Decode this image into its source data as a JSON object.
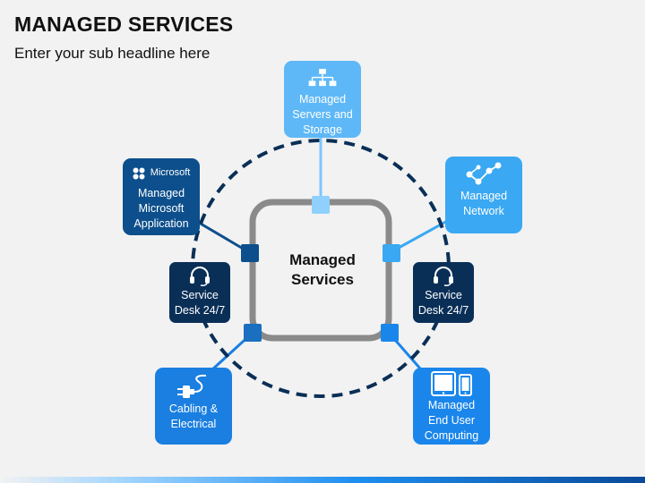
{
  "header": {
    "title": "MANAGED SERVICES",
    "subtitle": "Enter your sub headline here"
  },
  "center": {
    "label": "Managed\nServices"
  },
  "nodes": [
    {
      "id": "servers",
      "label": "Managed\nServers and\nStorage",
      "icon": "hierarchy-icon",
      "color": "#5eb8f7"
    },
    {
      "id": "network",
      "label": "Managed\nNetwork",
      "icon": "network-graph-icon",
      "color": "#3aa8f2"
    },
    {
      "id": "microsoft",
      "brand": "Microsoft",
      "label": "Managed\nMicrosoft\nApplication",
      "icon": "microsoft-logo-icon",
      "color": "#0d4f8c"
    },
    {
      "id": "service-desk-left",
      "label": "Service\nDesk 24/7",
      "icon": "headset-icon",
      "color": "#0a2f57"
    },
    {
      "id": "service-desk-right",
      "label": "Service\nDesk 24/7",
      "icon": "headset-icon",
      "color": "#0a2f57"
    },
    {
      "id": "cabling",
      "label": "Cabling &\nElectrical",
      "icon": "power-plug-icon",
      "color": "#1a7fe0"
    },
    {
      "id": "end-user",
      "label": "Managed\nEnd User\nComputing",
      "icon": "tablet-phone-icon",
      "color": "#1a86eb"
    }
  ],
  "colors": {
    "dashed_circle": "#0a2f57",
    "center_frame": "#808080",
    "connector": "#3aa8f2"
  }
}
